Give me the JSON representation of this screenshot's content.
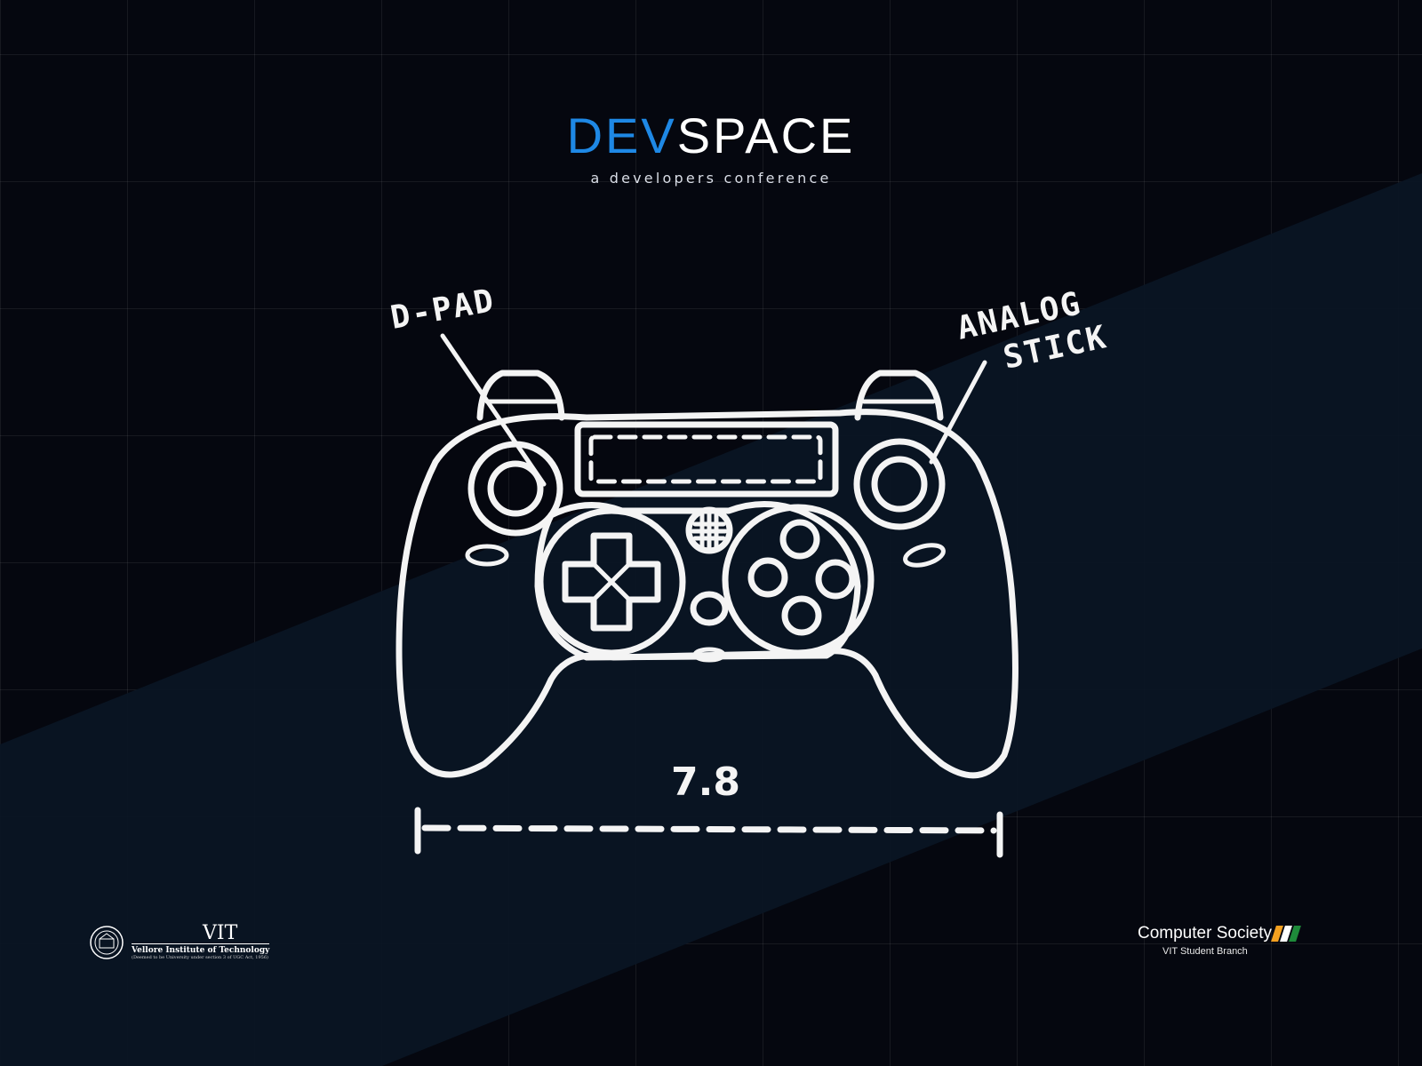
{
  "header": {
    "logo_dev": "DEV",
    "logo_space": "SPACE",
    "tagline": "a developers conference"
  },
  "sketch": {
    "label_dpad": "D-PAD",
    "label_analog_1": "ANALOG",
    "label_analog_2": "STICK",
    "dimension": "7.8"
  },
  "footer": {
    "vit_abbr": "VIT",
    "vit_name": "Vellore Institute of Technology",
    "vit_sub": "(Deemed to be University under section 3 of UGC Act, 1956)",
    "cs_title": "Computer Society",
    "cs_branch": "VIT Student Branch"
  },
  "colors": {
    "background": "#05070f",
    "band": "#0a1524",
    "accent_blue": "#1e88e5",
    "chalk": "#f4f4f4",
    "flag_saffron": "#f4a020",
    "flag_white": "#ffffff",
    "flag_green": "#1e8a3a"
  }
}
